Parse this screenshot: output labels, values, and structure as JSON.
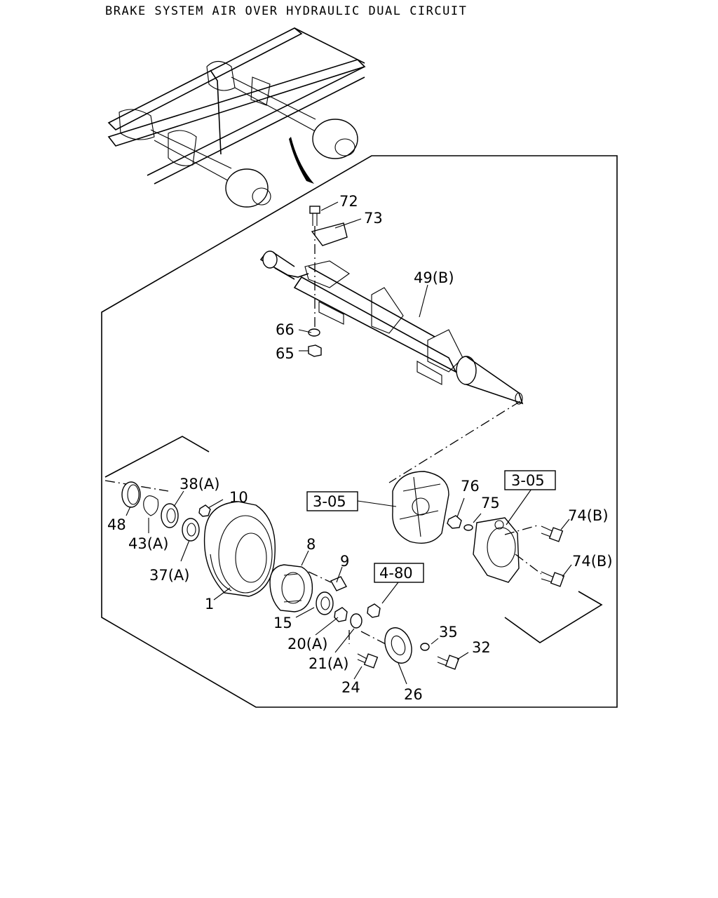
{
  "title": "BRAKE SYSTEM AIR OVER HYDRAULIC DUAL CIRCUIT",
  "callouts": {
    "p72": "72",
    "p73": "73",
    "p49b": "49(B)",
    "p66": "66",
    "p65": "65",
    "p38a": "38(A)",
    "p10": "10",
    "p48": "48",
    "p43a": "43(A)",
    "p37a": "37(A)",
    "p8": "8",
    "p9": "9",
    "p1": "1",
    "p15": "15",
    "p20a": "20(A)",
    "p21a": "21(A)",
    "p24": "24",
    "p26": "26",
    "p35": "35",
    "p32": "32",
    "p76": "76",
    "p75": "75",
    "p74b_1": "74(B)",
    "p74b_2": "74(B)"
  },
  "references": {
    "ref305_left": "3-05",
    "ref305_right": "3-05",
    "ref480": "4-80"
  }
}
